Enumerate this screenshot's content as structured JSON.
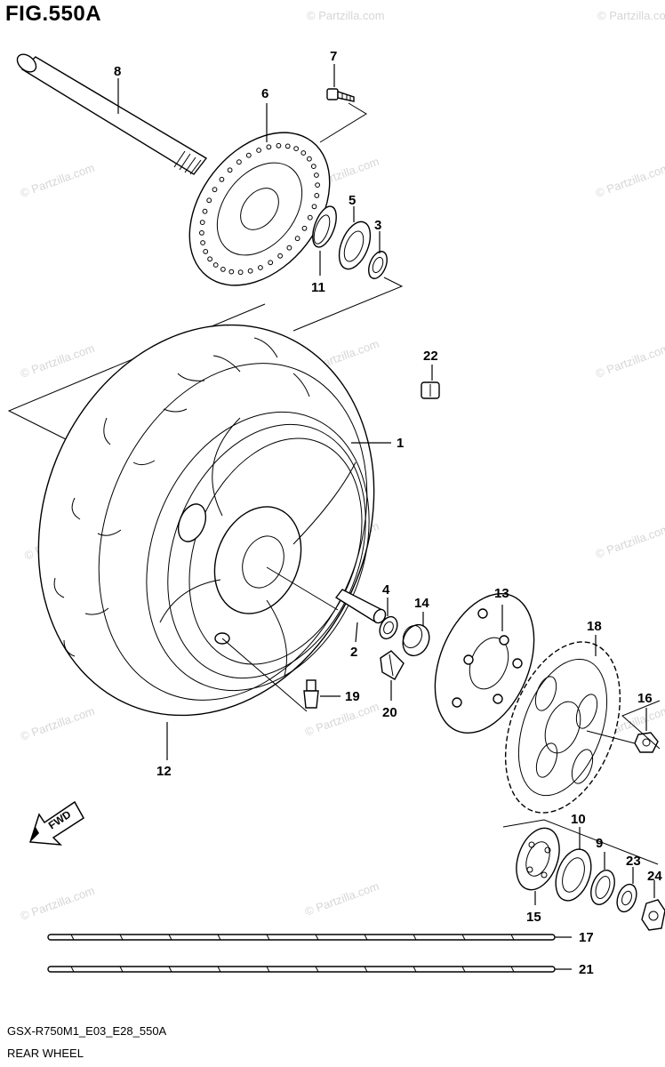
{
  "figure": {
    "title": "FIG.550A",
    "model_code": "GSX-R750M1_E03_E28_550A",
    "sheet_name": "REAR WHEEL",
    "direction_label": "FWD",
    "watermark": "© Partzilla.com"
  },
  "callouts": [
    {
      "id": "8",
      "label": "8"
    },
    {
      "id": "7",
      "label": "7"
    },
    {
      "id": "6",
      "label": "6"
    },
    {
      "id": "5",
      "label": "5"
    },
    {
      "id": "3",
      "label": "3"
    },
    {
      "id": "11",
      "label": "11"
    },
    {
      "id": "22",
      "label": "22"
    },
    {
      "id": "1",
      "label": "1"
    },
    {
      "id": "13",
      "label": "13"
    },
    {
      "id": "4",
      "label": "4"
    },
    {
      "id": "14",
      "label": "14"
    },
    {
      "id": "2",
      "label": "2"
    },
    {
      "id": "18",
      "label": "18"
    },
    {
      "id": "21",
      "label": "21"
    },
    {
      "id": "17",
      "label": "17"
    },
    {
      "id": "19",
      "label": "19"
    },
    {
      "id": "20",
      "label": "20"
    },
    {
      "id": "16",
      "label": "16"
    },
    {
      "id": "12",
      "label": "12"
    },
    {
      "id": "10",
      "label": "10"
    },
    {
      "id": "9",
      "label": "9"
    },
    {
      "id": "15",
      "label": "15"
    },
    {
      "id": "23",
      "label": "23"
    },
    {
      "id": "24",
      "label": "24"
    }
  ]
}
